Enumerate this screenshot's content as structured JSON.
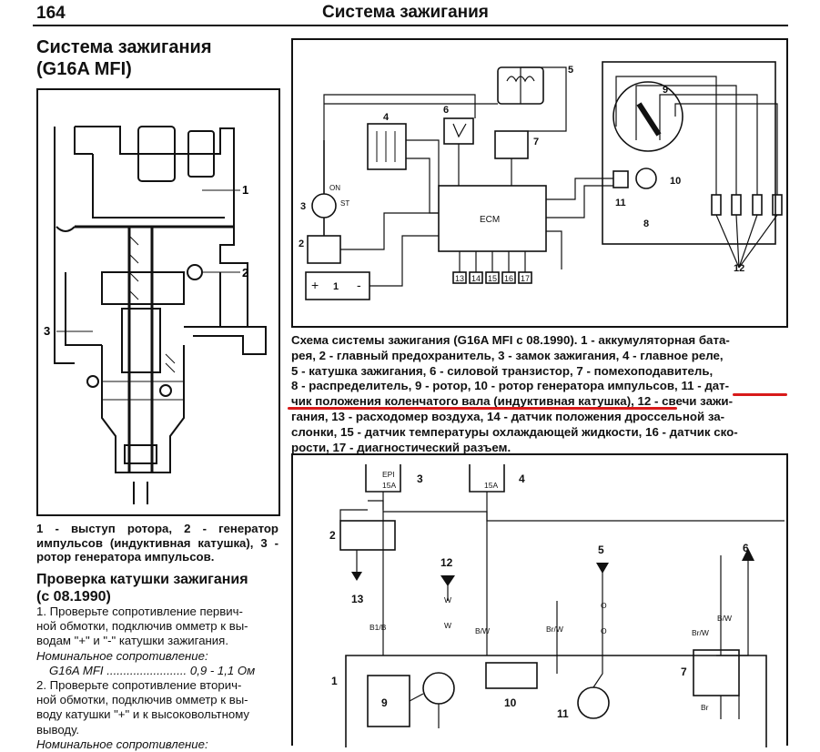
{
  "header": {
    "page_number": "164",
    "title": "Система зажигания"
  },
  "left_column": {
    "title_line1": "Система зажигания",
    "title_line2": "(G16A MFI)",
    "figure1_labels": [
      "1",
      "2",
      "3"
    ],
    "figure1_caption": "1 - выступ ротора, 2 - генератор импульсов (индуктивная катушка), 3 - ротор генератора импульсов.",
    "section_title_line1": "Проверка катушки зажигания",
    "section_title_line2": "(с 08.1990)",
    "step1_lines": [
      "1. Проверьте сопротивление первич-",
      "ной обмотки, подключив омметр к вы-",
      "водам \"+\" и \"-\" катушки зажигания."
    ],
    "spec1_label": "Номинальное сопротивление:",
    "spec1_value": "G16A MFI ........................ 0,9 - 1,1 Ом",
    "step2_lines": [
      "2. Проверьте сопротивление вторич-",
      "ной обмотки, подключив омметр к вы-",
      "воду катушки \"+\" и к высоковольтному",
      "выводу."
    ],
    "spec2_label": "Номинальное сопротивление:"
  },
  "right_column": {
    "diagram_labels": {
      "n1": "1",
      "n2": "2",
      "n3": "3",
      "n4": "4",
      "n5": "5",
      "n6": "6",
      "n7": "7",
      "n8": "8",
      "n9": "9",
      "n10": "10",
      "n11": "11",
      "n12": "12",
      "n13": "13",
      "n14": "14",
      "n15": "15",
      "n16": "16",
      "n17": "17",
      "ecm": "ECM",
      "on": "ON",
      "st": "ST",
      "plus": "+",
      "minus": "-"
    },
    "caption_lines": [
      "Схема системы зажигания (G16A MFI с 08.1990). 1 - аккумуляторная бата-",
      "рея, 2 - главный предохранитель, 3 - замок зажигания, 4 - главное реле,",
      "5 - катушка зажигания, 6 - силовой транзистор, 7 - помехоподавитель,",
      "8 - распределитель, 9 - ротор, 10 - ротор генератора импульсов, 11 - дат-",
      "чик положения коленчатого вала (индуктивная катушка), 12 - свечи зажи-",
      "гания, 13 - расходомер воздуха, 14 - датчик положения дроссельной за-",
      "слонки, 15 - датчик температуры охлаждающей жидкости, 16 - датчик ско-",
      "рости, 17 - диагностический разъем."
    ],
    "diagram2_labels": {
      "epi": "EPI",
      "fuse15a_1": "15A",
      "fuse15a_2": "15A",
      "n1": "1",
      "n2": "2",
      "n3": "3",
      "n4": "4",
      "n5": "5",
      "n6": "6",
      "n7": "7",
      "n9": "9",
      "n10": "10",
      "n11": "11",
      "n12": "12",
      "n13": "13",
      "w1": "W",
      "w2": "W",
      "o1": "O",
      "o2": "O",
      "b1b": "B1/B",
      "bw1": "B/W",
      "brw1": "Br/W",
      "brw2": "Br/W",
      "bw2": "B/W",
      "br": "Br"
    }
  },
  "colors": {
    "highlight": "#d81a1a",
    "ink": "#111111",
    "paper": "#ffffff"
  }
}
